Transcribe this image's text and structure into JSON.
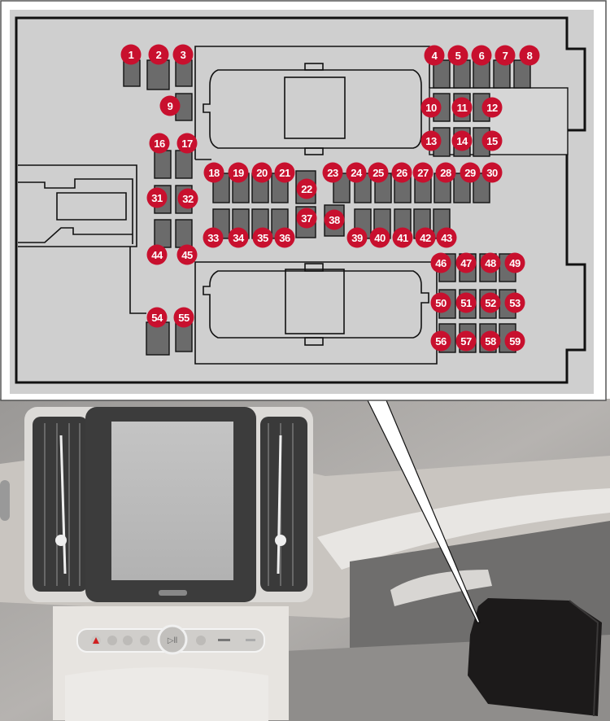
{
  "diagram": {
    "subject": "fuse-box-layout-with-glovebox-location",
    "colors": {
      "panel_background": "#cfcfcf",
      "fuse_fill": "#6b6b6b",
      "badge_fill": "#c8102e",
      "badge_text": "#ffffff",
      "outline": "#111111",
      "fuse_box_photo": "#1c1a1a"
    },
    "fuses": [
      {
        "label": "1"
      },
      {
        "label": "2"
      },
      {
        "label": "3"
      },
      {
        "label": "4"
      },
      {
        "label": "5"
      },
      {
        "label": "6"
      },
      {
        "label": "7"
      },
      {
        "label": "8"
      },
      {
        "label": "9"
      },
      {
        "label": "10"
      },
      {
        "label": "11"
      },
      {
        "label": "12"
      },
      {
        "label": "13"
      },
      {
        "label": "14"
      },
      {
        "label": "15"
      },
      {
        "label": "16"
      },
      {
        "label": "17"
      },
      {
        "label": "18"
      },
      {
        "label": "19"
      },
      {
        "label": "20"
      },
      {
        "label": "21"
      },
      {
        "label": "22"
      },
      {
        "label": "23"
      },
      {
        "label": "24"
      },
      {
        "label": "25"
      },
      {
        "label": "26"
      },
      {
        "label": "27"
      },
      {
        "label": "28"
      },
      {
        "label": "29"
      },
      {
        "label": "30"
      },
      {
        "label": "31"
      },
      {
        "label": "32"
      },
      {
        "label": "33"
      },
      {
        "label": "34"
      },
      {
        "label": "35"
      },
      {
        "label": "36"
      },
      {
        "label": "37"
      },
      {
        "label": "38"
      },
      {
        "label": "39"
      },
      {
        "label": "40"
      },
      {
        "label": "41"
      },
      {
        "label": "42"
      },
      {
        "label": "43"
      },
      {
        "label": "44"
      },
      {
        "label": "45"
      },
      {
        "label": "46"
      },
      {
        "label": "47"
      },
      {
        "label": "48"
      },
      {
        "label": "49"
      },
      {
        "label": "50"
      },
      {
        "label": "51"
      },
      {
        "label": "52"
      },
      {
        "label": "53"
      },
      {
        "label": "54"
      },
      {
        "label": "55"
      },
      {
        "label": "56"
      },
      {
        "label": "57"
      },
      {
        "label": "58"
      },
      {
        "label": "59"
      }
    ]
  }
}
